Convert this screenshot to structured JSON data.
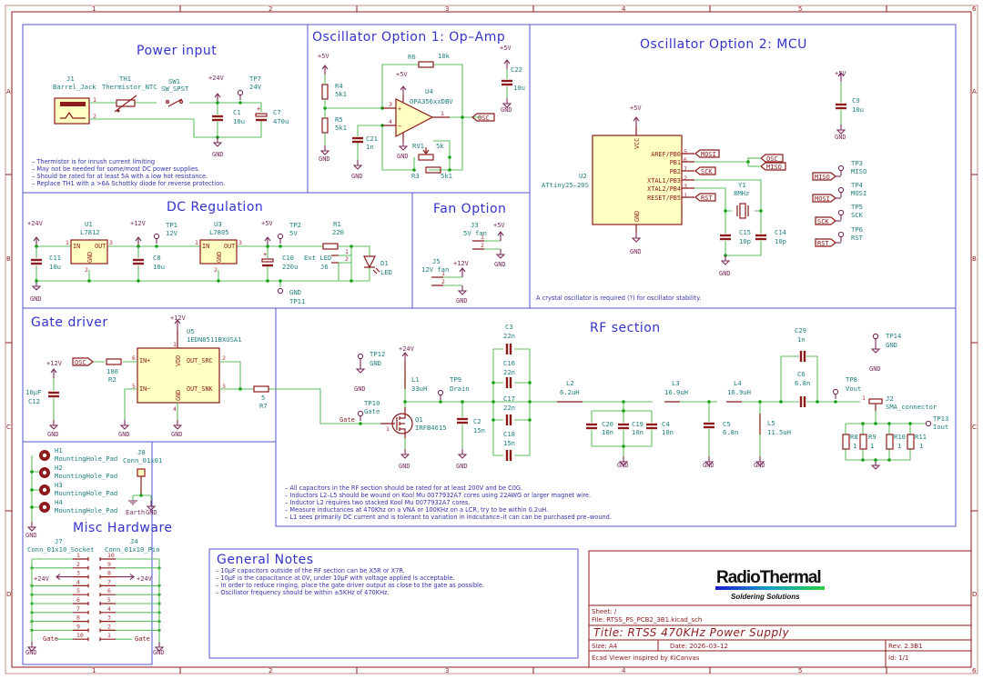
{
  "frame": {
    "columns": [
      "1",
      "2",
      "3",
      "4",
      "5",
      "6"
    ],
    "rows": [
      "A",
      "B",
      "C",
      "D"
    ]
  },
  "blocks": {
    "power_input": {
      "title": "Power input",
      "J1": {
        "ref": "J1",
        "value": "Barrel_Jack"
      },
      "TH1": {
        "ref": "TH1",
        "value": "Thermistor_NTC"
      },
      "SW1": {
        "ref": "SW1",
        "value": "SW_SPST"
      },
      "C1": {
        "ref": "C1",
        "value": "10u"
      },
      "C7": {
        "ref": "C7",
        "value": "470u"
      },
      "TP7": {
        "ref": "TP7",
        "value": "24V"
      },
      "power_net": "+24V",
      "gnd": "GND",
      "notes": [
        "– Thermistor is for inrush current limiting",
        "– May not be needed for some/most DC power supplies.",
        "– Should be rated for at least 5A with a low hot resistance.",
        "– Replace TH1 with a >6A Schottky diode for reverse protection."
      ]
    },
    "osc1": {
      "title": "Oscillator Option 1: Op–Amp",
      "R4": {
        "ref": "R4",
        "value": "5k1"
      },
      "R5": {
        "ref": "R5",
        "value": "5k1"
      },
      "R6": {
        "ref": "R6",
        "value": "10k"
      },
      "R3": {
        "ref": "R3",
        "value": "5k1"
      },
      "RV1": {
        "ref": "RV1",
        "value": "5k"
      },
      "C21": {
        "ref": "C21",
        "value": "1n"
      },
      "C22": {
        "ref": "C22",
        "value": "10u"
      },
      "U4": {
        "ref": "U4",
        "value": "OPA356xxDBV"
      },
      "label": "OSC",
      "pwr": "+5V",
      "gnd": "GND"
    },
    "osc2": {
      "title": "Oscillator Option 2: MCU",
      "U2": {
        "ref": "U2",
        "value": "ATtiny25–20S"
      },
      "pins": [
        "AREF/PB0",
        "PB1",
        "PB2",
        "XTAL1/PB3",
        "XTAL2/PB4",
        "RESET/PB5"
      ],
      "pin_numbers": [
        "5",
        "6",
        "7",
        "2",
        "3",
        "1"
      ],
      "vcc": "VCC",
      "gnd_pin": "GND",
      "Y1": {
        "ref": "Y1",
        "value": "8MHz"
      },
      "C15": {
        "ref": "C15",
        "value": "10p"
      },
      "C14": {
        "ref": "C14",
        "value": "10p"
      },
      "C9": {
        "ref": "C9",
        "value": "10u"
      },
      "labels": {
        "mosi": "MOSI",
        "osc": "OSC",
        "miso": "MISO",
        "sck": "SCK",
        "rst": "RST"
      },
      "testpoints": [
        {
          "ref": "TP3",
          "value": "MISO"
        },
        {
          "ref": "TP4",
          "value": "MOSI"
        },
        {
          "ref": "TP5",
          "value": "SCK"
        },
        {
          "ref": "TP6",
          "value": "RST"
        }
      ],
      "pwr": "+5V",
      "gnd": "GND",
      "note": "A crystal oscillator is required (?) for oscillator stability."
    },
    "dc_reg": {
      "title": "DC Regulation",
      "U1": {
        "ref": "U1",
        "value": "L7812"
      },
      "U3": {
        "ref": "U3",
        "value": "L7805"
      },
      "C11": {
        "ref": "C11",
        "value": "10u"
      },
      "C8": {
        "ref": "C8",
        "value": "10u"
      },
      "C10": {
        "ref": "C10",
        "value": "220u"
      },
      "R1": {
        "ref": "R1",
        "value": "220"
      },
      "D1": {
        "ref": "D1",
        "value": "LED"
      },
      "J6": {
        "ref": "J6",
        "value": "Ext LED"
      },
      "TP1": {
        "ref": "TP1",
        "value": "12V"
      },
      "TP2": {
        "ref": "TP2",
        "value": "5V"
      },
      "TP11": {
        "ref": "TP11",
        "value": "GND"
      },
      "nets": [
        "+24V",
        "+12V",
        "+5V"
      ],
      "gnd": "GND",
      "in": "IN",
      "out": "OUT",
      "gndpin": "GND"
    },
    "fan": {
      "title": "Fan Option",
      "J3": {
        "ref": "J3",
        "value": "5V fan"
      },
      "J5": {
        "ref": "J5",
        "value": "12V fan"
      },
      "pwr5": "+5V",
      "pwr12": "+12V",
      "gnd": "GND"
    },
    "gate": {
      "title": "Gate driver",
      "U5": {
        "ref": "U5",
        "value": "1EDN8511BXUSA1"
      },
      "pins": {
        "inp": "IN+",
        "inn": "IN−",
        "vdd": "VDD",
        "gnd": "GND",
        "src": "OUT_SRC",
        "snk": "OUT_SNK"
      },
      "R2": {
        "ref": "R2",
        "value": "100"
      },
      "R7": {
        "ref": "R7",
        "value": "5"
      },
      "C12": {
        "ref": "C12",
        "value": "10µF"
      },
      "osc": "OSC",
      "pwr": "+12V",
      "gnd": "GND"
    },
    "rf": {
      "title": "RF section",
      "Q1": {
        "ref": "Q1",
        "value": "IRFB4615"
      },
      "L1": {
        "ref": "L1",
        "value": "33uH"
      },
      "L2": {
        "ref": "L2",
        "value": "6.2uH"
      },
      "L3": {
        "ref": "L3",
        "value": "16.9uH"
      },
      "L4": {
        "ref": "L4",
        "value": "16.9uH"
      },
      "L5": {
        "ref": "L5",
        "value": "11.5uH"
      },
      "C2": {
        "ref": "C2",
        "value": "15n"
      },
      "C3": {
        "ref": "C3",
        "value": "22n"
      },
      "C16": {
        "ref": "C16",
        "value": "22n"
      },
      "C17": {
        "ref": "C17",
        "value": "22n"
      },
      "C18": {
        "ref": "C18",
        "value": "15n"
      },
      "C20": {
        "ref": "C20",
        "value": "10n"
      },
      "C19": {
        "ref": "C19",
        "value": "10n"
      },
      "C4": {
        "ref": "C4",
        "value": "10n"
      },
      "C5": {
        "ref": "C5",
        "value": "6.8n"
      },
      "C29": {
        "ref": "C29",
        "value": "1n"
      },
      "C6": {
        "ref": "C6",
        "value": "6.8n"
      },
      "R8": {
        "ref": "R8",
        "value": "1"
      },
      "R9": {
        "ref": "R9",
        "value": "1"
      },
      "R10": {
        "ref": "R10",
        "value": "1"
      },
      "R11": {
        "ref": "R11",
        "value": "1"
      },
      "J2": {
        "ref": "J2",
        "value": "SMA_connector"
      },
      "TP8": {
        "ref": "TP8",
        "value": "Vout"
      },
      "TP9": {
        "ref": "TP9",
        "value": "Drain"
      },
      "TP10": {
        "ref": "TP10",
        "value": "Gate"
      },
      "TP12": {
        "ref": "TP12",
        "value": "GND"
      },
      "TP13": {
        "ref": "TP13",
        "value": "Iout"
      },
      "TP14": {
        "ref": "TP14",
        "value": "GND"
      },
      "gate_label": "Gate",
      "pwr": "+24V",
      "gnd": "GND",
      "notes": [
        "– All capacitors in the RF section should be rated for at least 200V and be C0G.",
        "– Inductors L2–L5 should be wound on Kool Mu 0077932A7 cores using 22AWG or larger magnet wire.",
        "– Inductor L2 requires two stacked Kool Mu 0077932A7 cores.",
        "– Measure inductances at 470Khz on a VNA or 100KHz on a LCR, try to be within 0.2uH.",
        "– L1 sees primarily DC current and is tolerant to variation in indcutance–it can can be purchased pre–wound."
      ]
    },
    "misc": {
      "title": "Misc Hardware",
      "holes": [
        {
          "ref": "H1",
          "value": "MountingHole_Pad"
        },
        {
          "ref": "H2",
          "value": "MountingHole_Pad"
        },
        {
          "ref": "H3",
          "value": "MountingHole_Pad"
        },
        {
          "ref": "H4",
          "value": "MountingHole_Pad"
        }
      ],
      "J8": {
        "ref": "J8",
        "value": "Conn_01x01"
      },
      "earth": "Earth",
      "J7": {
        "ref": "J7",
        "value": "Conn_01x10_Socket"
      },
      "J4": {
        "ref": "J4",
        "value": "Conn_01x10_Pin"
      },
      "j7_pins": [
        "1",
        "2",
        "3",
        "4",
        "5",
        "6",
        "7",
        "8",
        "9",
        "10"
      ],
      "j4_pins": [
        "10",
        "9",
        "8",
        "7",
        "6",
        "5",
        "4",
        "3",
        "2",
        "1"
      ],
      "pwr": "+24V",
      "gate": "Gate",
      "gnd": "GND"
    },
    "general_notes": {
      "title": "General Notes",
      "lines": [
        "– 10µF capacitors outside of the RF section can be X5R or X7R.",
        "– 10µF is the capacitance at 0V, under 10µF with voltage applied is acceptable.",
        "– In order to reduce ringing, place the gate driver output as close to the gate as possible.",
        "– Oscillator frequency should be within ±5KHz of 470KHz."
      ]
    }
  },
  "title_block": {
    "logo_main": "RadioThermal",
    "logo_sub": "Soldering Solutions",
    "sheet": "Sheet: /",
    "file": "File: RTSS_PS_PCB2_3B1.kicad_sch",
    "title": "Title: RTSS 470KHz Power Supply",
    "size": "Size: A4",
    "date": "Date: 2026–03–12",
    "rev": "Rev: 2.3B1",
    "viewer": "Ecad Viewer inspired by KiCanvas",
    "id": "Id: 1/1",
    "logo_gradient": [
      "#1a1acc",
      "#16a0c8",
      "#2ecc40"
    ]
  }
}
